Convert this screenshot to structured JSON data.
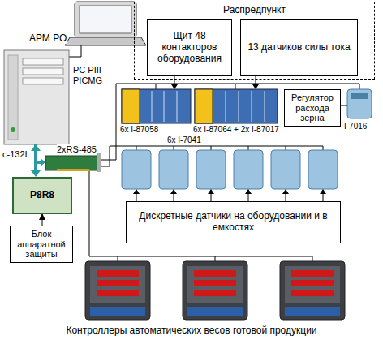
{
  "diagram": {
    "nodes": [
      {
        "text": [
          "Распредпункт"
        ]
      },
      {
        "text": [
          "Щит 48 контакторов оборудования"
        ],
        "in": 0
      },
      {
        "text": [
          "13 датчиков силы тока"
        ],
        "in": 0
      },
      {
        "text": [
          "Регулятор расхода зерна"
        ]
      },
      {
        "text": [
          "P8R8"
        ]
      },
      {
        "text": [
          "Дискретные датчики на оборудовании и в емкостях"
        ]
      },
      {
        "text": [
          "Блок аппаратной защиты"
        ]
      }
    ],
    "edges": [
      {
        "from": 6,
        "to": 4,
        "arrow": "to"
      }
    ],
    "labels": [
      "АРМ РО",
      "PC PIII PICMG",
      "c-132I",
      "2xRS-485",
      "6x I-87058",
      "6x I-87064 + 2x I-87017",
      "I-7016",
      "6x I-7041",
      "Контроллеры автоматических весов готовой продукции"
    ]
  }
}
